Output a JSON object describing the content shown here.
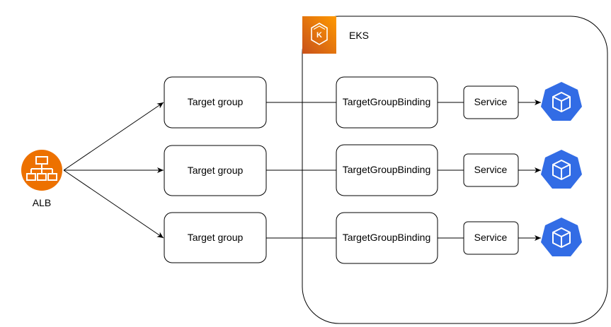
{
  "eks": {
    "label": "EKS"
  },
  "alb": {
    "label": "ALB"
  },
  "rows": [
    {
      "target_group": "Target group",
      "binding": "TargetGroupBinding",
      "service": "Service"
    },
    {
      "target_group": "Target group",
      "binding": "TargetGroupBinding",
      "service": "Service"
    },
    {
      "target_group": "Target group",
      "binding": "TargetGroupBinding",
      "service": "Service"
    }
  ],
  "colors": {
    "aws_orange": "#ED7100",
    "aws_orange_dark": "#C7511F",
    "kubernetes_blue": "#326CE5",
    "stroke": "#000000"
  },
  "icons": {
    "alb": "load-balancer-icon",
    "eks": "eks-kubernetes-icon",
    "pod": "kubernetes-pod-icon"
  }
}
